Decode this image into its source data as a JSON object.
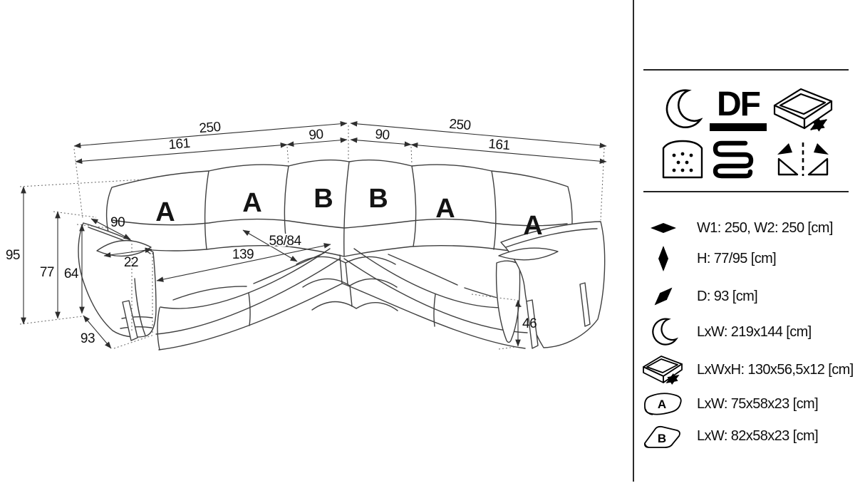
{
  "drawing": {
    "letters": [
      "A",
      "A",
      "B",
      "B",
      "A",
      "A"
    ],
    "dims": {
      "left_total": "250",
      "left_seg_main": "161",
      "left_seg_corner": "90",
      "right_total": "250",
      "right_seg_corner": "90",
      "right_seg_main": "161",
      "height_full": "95",
      "height_mid": "77",
      "height_seat": "64",
      "depth": "93",
      "arm_depth": "90",
      "arm_width": "22",
      "seat_length": "139",
      "seat_depth": "58/84",
      "clearance": "46"
    }
  },
  "panel": {
    "df_label": "DF",
    "specs": [
      {
        "icon": "width-arrow-icon",
        "text": "W1: 250, W2: 250 [cm]"
      },
      {
        "icon": "height-arrow-icon",
        "text": "H: 77/95 [cm]"
      },
      {
        "icon": "depth-arrow-icon",
        "text": "D: 93 [cm]"
      },
      {
        "icon": "sleeping-area-moon-icon",
        "text": "LxW: 219x144 [cm]"
      },
      {
        "icon": "storage-drawer-icon",
        "text": "LxWxH: 130x56,5x12 [cm]"
      },
      {
        "icon": "cushion-a-icon",
        "text": "LxW: 75x58x23 [cm]",
        "label": "A"
      },
      {
        "icon": "cushion-b-icon",
        "text": "LxW: 82x58x23 [cm]",
        "label": "B"
      }
    ]
  }
}
